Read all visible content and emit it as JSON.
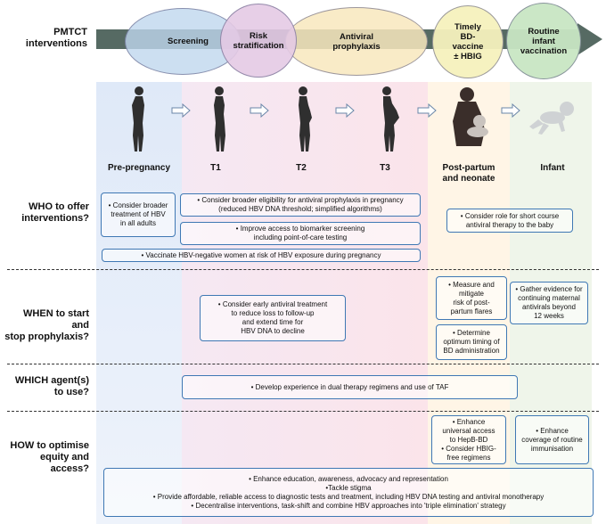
{
  "header": {
    "label_line1": "PMTCT",
    "label_line2": "interventions",
    "ellipses": {
      "screening": "Screening",
      "risk_line1": "Risk",
      "risk_line2": "stratification",
      "antiviral_line1": "Antiviral",
      "antiviral_line2": "prophylaxis",
      "timely_line1": "Timely",
      "timely_line2": "BD-",
      "timely_line3": "vaccine",
      "timely_line4": "± HBIG",
      "routine_line1": "Routine",
      "routine_line2": "infant",
      "routine_line3": "vaccination"
    }
  },
  "stages": {
    "pre": "Pre-pregnancy",
    "t1": "T1",
    "t2": "T2",
    "t3": "T3",
    "post_line1": "Post-partum",
    "post_line2": "and neonate",
    "infant": "Infant"
  },
  "rows": {
    "who_line1": "WHO to offer",
    "who_line2": "interventions?",
    "when_line1": "WHEN to start and",
    "when_line2": "stop prophylaxis?",
    "which_line1": "WHICH agent(s)",
    "which_line2": "to use?",
    "how_line1": "HOW to optimise",
    "how_line2": "equity and",
    "how_line3": "access?"
  },
  "who": {
    "adults_l1": "• Consider broader",
    "adults_l2": "treatment of HBV",
    "adults_l3": "in all adults",
    "elig_l1": "• Consider broader eligibility for antiviral prophylaxis in pregnancy",
    "elig_l2": "(reduced HBV DNA threshold; simplified algorithms)",
    "bio_l1": "• Improve access to biomarker screening",
    "bio_l2": "including point-of-care testing",
    "vacc": "• Vaccinate HBV-negative women at risk of HBV exposure during pregnancy",
    "baby_l1": "• Consider role for short course",
    "baby_l2": "antiviral therapy to the baby"
  },
  "when": {
    "early_l1": "• Consider early antiviral treatment",
    "early_l2": "to reduce loss to follow-up",
    "early_l3": "and extend time for",
    "early_l4": "HBV DNA to decline",
    "flares_l1": "• Measure and",
    "flares_l2": "mitigate",
    "flares_l3": "risk of post-",
    "flares_l4": "partum flares",
    "bd_l1": "• Determine",
    "bd_l2": "optimum timing of",
    "bd_l3": "BD administration",
    "gather_l1": "• Gather evidence for",
    "gather_l2": "continuing maternal",
    "gather_l3": "antivirals beyond",
    "gather_l4": "12 weeks"
  },
  "which": {
    "dual": "• Develop experience in dual therapy regimens and use of TAF"
  },
  "how": {
    "access_l1": "• Enhance",
    "access_l2": "universal access",
    "access_l3": "to HepB-BD",
    "access_l4": "• Consider HBIG-",
    "access_l5": "free regimens",
    "cov_l1": "• Enhance",
    "cov_l2": "coverage of routine",
    "cov_l3": "immunisation",
    "b1": "• Enhance education, awareness, advocacy and representation",
    "b2": "•Tackle stigma",
    "b3": "• Provide affordable, reliable access to diagnostic tests and treatment, including HBV DNA testing and antiviral monotherapy",
    "b4": "• Decentralise interventions, task-shift and combine HBV approaches into 'triple elimination' strategy"
  },
  "colors": {
    "box_border": "#3f78b4",
    "arrow": "#566a63",
    "col_pre": "#e6effa",
    "col_preg": "#fbe6ef",
    "col_post": "#fff6e4",
    "col_infant": "#eef5ea"
  }
}
